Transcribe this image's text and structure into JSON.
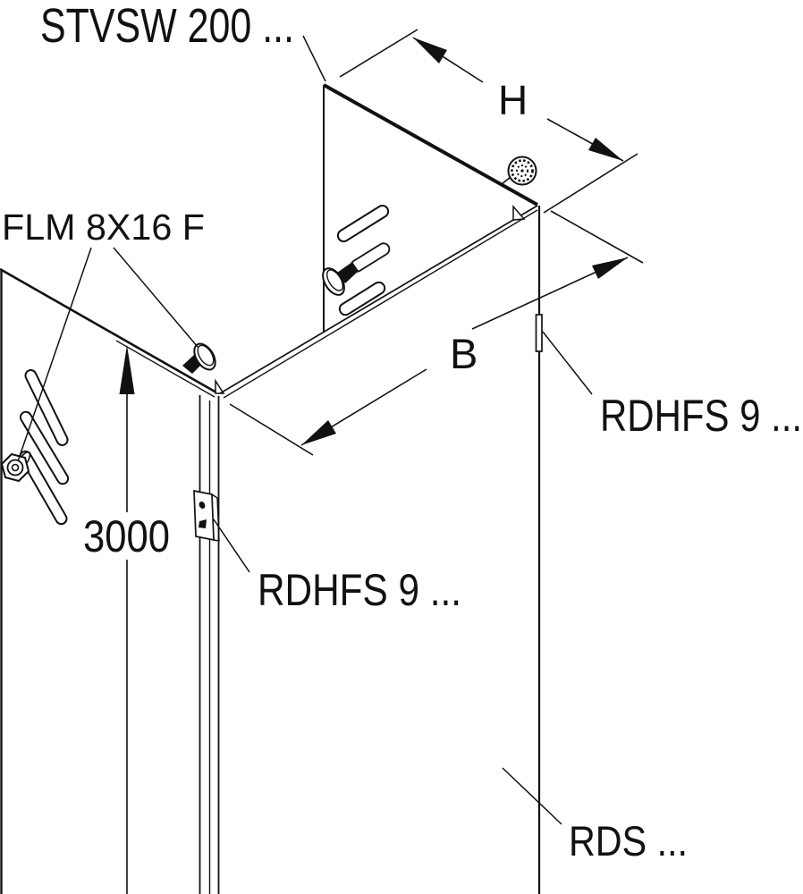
{
  "drawing": {
    "type": "technical-assembly-diagram",
    "colors": {
      "ink": "#111111",
      "background": "#ffffff"
    },
    "labels": {
      "stvsw": "STVSW 200 ...",
      "flm": "FLM 8X16 F",
      "rdhfs_corner": "RDHFS 9 ...",
      "rdhfs_side": "RDHFS 9 ...",
      "rds": "RDS ..."
    },
    "dimensions": {
      "height_letter": "H",
      "width_letter": "B",
      "length_value": "3000"
    }
  }
}
